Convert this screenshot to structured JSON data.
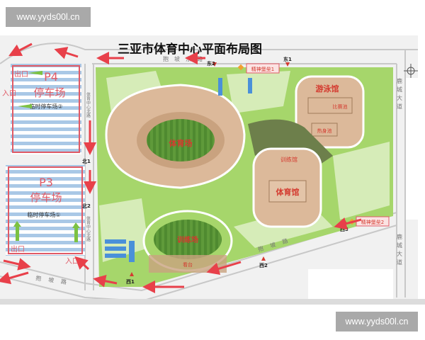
{
  "watermarks": [
    "www.yyds00l.cn",
    "www.yyds00l.cn"
  ],
  "map": {
    "title": "三亚市体育中心平面布局图",
    "roads": {
      "north": "抱坡东路",
      "south": "抱坡路",
      "east": "鹿城大道",
      "west_north": "体育中心北路",
      "west_south": "体育中心北路"
    },
    "gates": {
      "east1": "东1",
      "east2": "东2",
      "north1": "北1",
      "north2": "北2",
      "west1": "西1",
      "west2": "西2",
      "west3": "西3"
    },
    "landmarks": {
      "spirit_fortress_1": "精神堡垒1",
      "spirit_fortress_2": "精神堡垒2"
    },
    "venues": {
      "stadium": "体育场",
      "natatorium": "游泳馆",
      "competition_pool": "比赛池",
      "warmup_pool": "热身池",
      "training_hall": "训练馆",
      "gymnasium": "体育馆",
      "training_field": "训练场",
      "stand": "看台"
    },
    "parking": {
      "p4": {
        "code": "P4",
        "name": "停车场",
        "sub": "临时停车场②",
        "exit": "出口",
        "entrance": "入口"
      },
      "p3": {
        "code": "P3",
        "name": "停车场",
        "sub": "临时停车场①",
        "exit": "出口",
        "entrance": "入口"
      }
    },
    "colors": {
      "road": "#d9d9d9",
      "grass": "#a6d66b",
      "light_grass": "#d6ecb8",
      "building": "#dcb99a",
      "field": "#5f9a3a",
      "parking_stripe": "#a9c8e6",
      "arrow": "#e8404a",
      "label_red": "#d43a2f"
    },
    "icons": [
      "compass-icon",
      "red-arrow-icon",
      "green-arrow-icon",
      "blue-arrow-icon",
      "gate-marker-icon",
      "fortress-diamond-icon"
    ]
  }
}
